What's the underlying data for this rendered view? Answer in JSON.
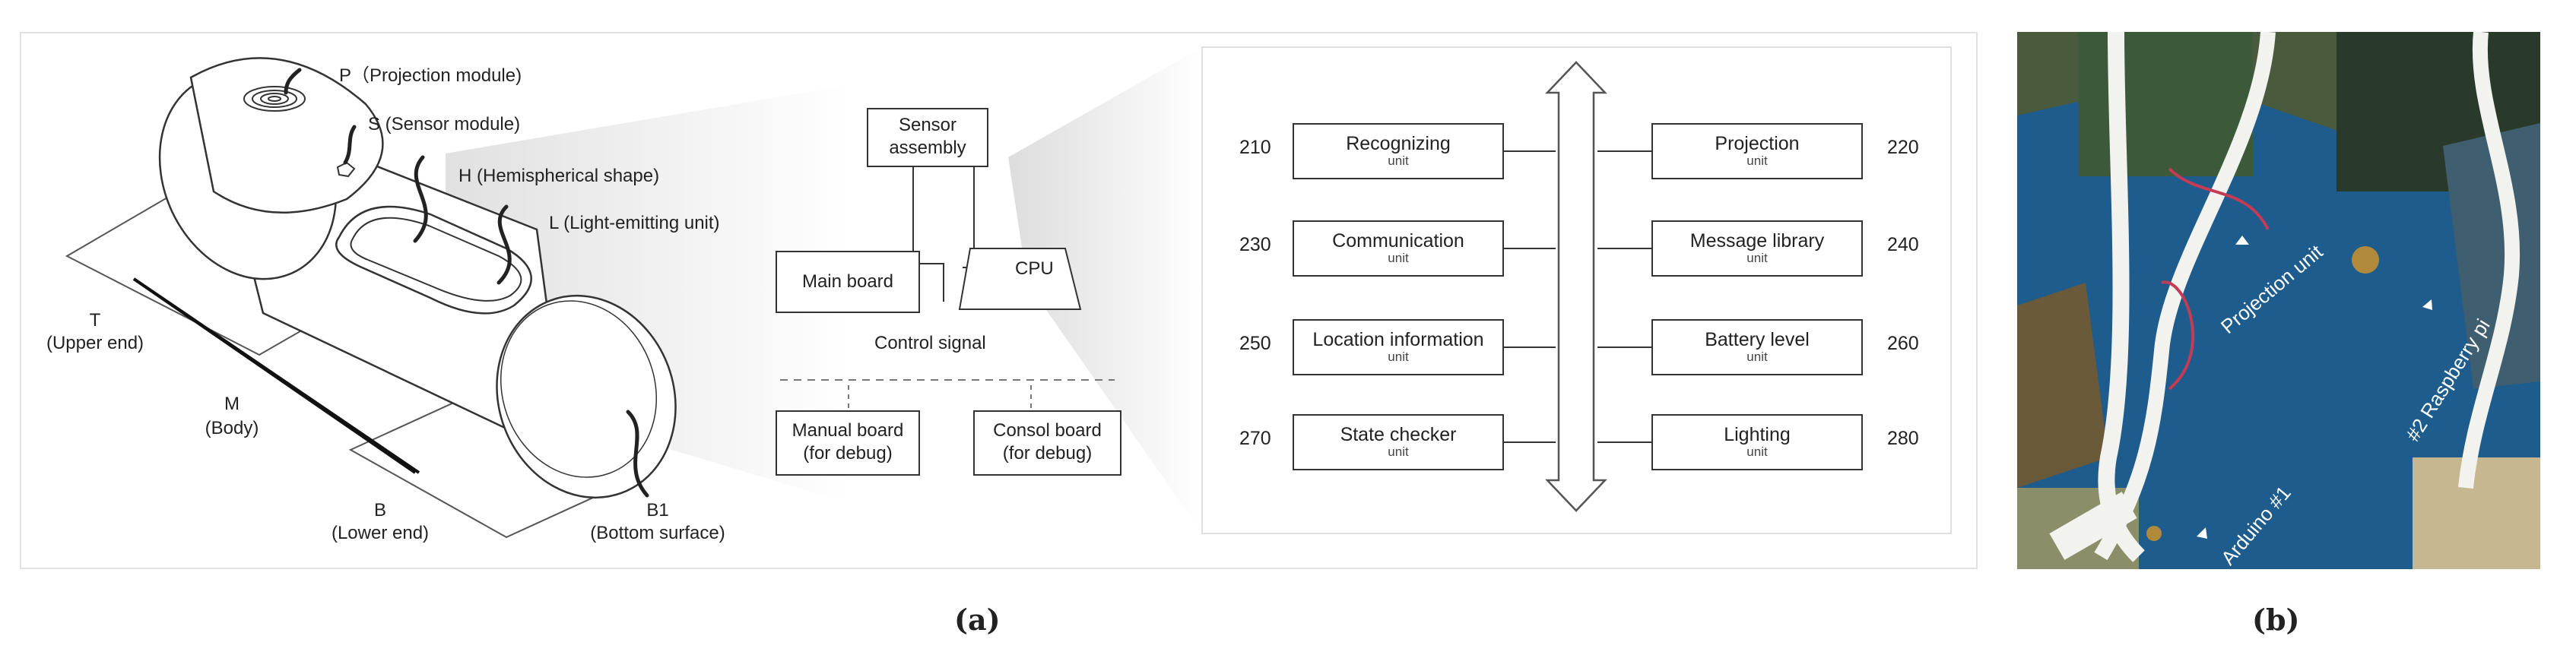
{
  "panel_a": {
    "label": "(a)",
    "device": {
      "P": "P（Projection module)",
      "S": "S (Sensor module)",
      "H": "H (Hemispherical shape)",
      "L": "L (Light-emitting unit)",
      "T_line1": "T",
      "T_line2": "(Upper end)",
      "M_line1": "M",
      "M_line2": "(Body)",
      "B_line1": "B",
      "B_line2": "(Lower end)",
      "B1_line1": "B1",
      "B1_line2": "(Bottom surface)"
    },
    "hardware": {
      "sensor_line1": "Sensor",
      "sensor_line2": "assembly",
      "main_board": "Main board",
      "cpu": "CPU",
      "control_signal": "Control signal",
      "manual_line1": "Manual board",
      "manual_line2": "(for debug)",
      "consol_line1": "Consol board",
      "consol_line2": "(for debug)"
    },
    "units": [
      {
        "name": "Recognizing",
        "sub": "unit",
        "num": "210"
      },
      {
        "name": "Projection",
        "sub": "unit",
        "num": "220"
      },
      {
        "name": "Communication",
        "sub": "unit",
        "num": "230"
      },
      {
        "name": "Message library",
        "sub": "unit",
        "num": "240"
      },
      {
        "name": "Location information",
        "sub": "unit",
        "num": "250"
      },
      {
        "name": "Battery level",
        "sub": "unit",
        "num": "260"
      },
      {
        "name": "State checker",
        "sub": "unit",
        "num": "270"
      },
      {
        "name": "Lighting",
        "sub": "unit",
        "num": "280"
      }
    ]
  },
  "panel_b": {
    "label": "(b)",
    "photo_labels": {
      "projection": "Projection unit",
      "raspberry": "#2 Raspberry pi",
      "arduino": "Arduino #1"
    },
    "colors": {
      "board": "#1d5c8c",
      "tube": "#f2f2ee"
    }
  }
}
